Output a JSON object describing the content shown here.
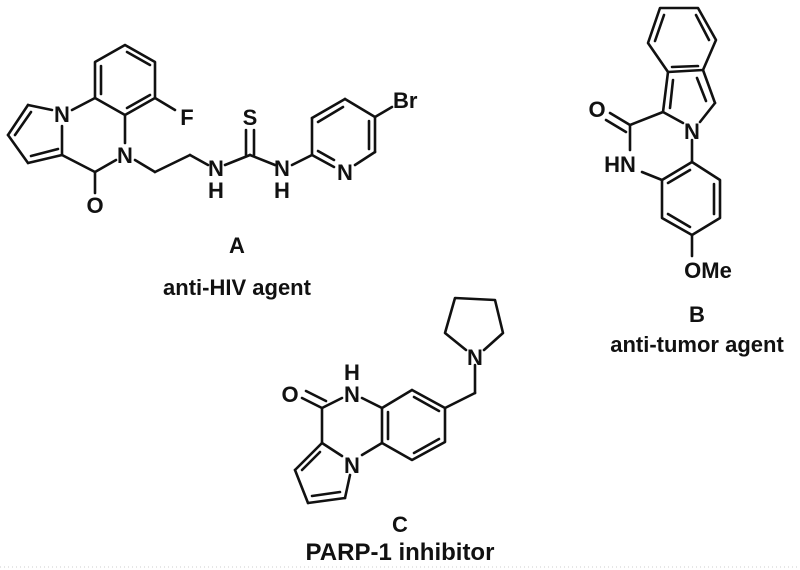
{
  "figure": {
    "compounds": [
      {
        "id": "A",
        "label": "A",
        "activity": "anti-HIV agent",
        "atoms": {
          "N1": "N",
          "N2": "N",
          "F": "F",
          "O": "O",
          "S": "S",
          "NH1_N": "N",
          "NH1_H": "H",
          "NH2_N": "N",
          "NH2_H": "H",
          "Npy": "N",
          "Br": "Br"
        }
      },
      {
        "id": "B",
        "label": "B",
        "activity": "anti-tumor agent",
        "atoms": {
          "O": "O",
          "HN": "HN",
          "N": "N",
          "OMe": "OMe"
        }
      },
      {
        "id": "C",
        "label": "C",
        "activity": "PARP-1 inhibitor",
        "atoms": {
          "O": "O",
          "NH_N": "N",
          "NH_H": "H",
          "N": "N",
          "Npyr": "N"
        }
      }
    ]
  }
}
